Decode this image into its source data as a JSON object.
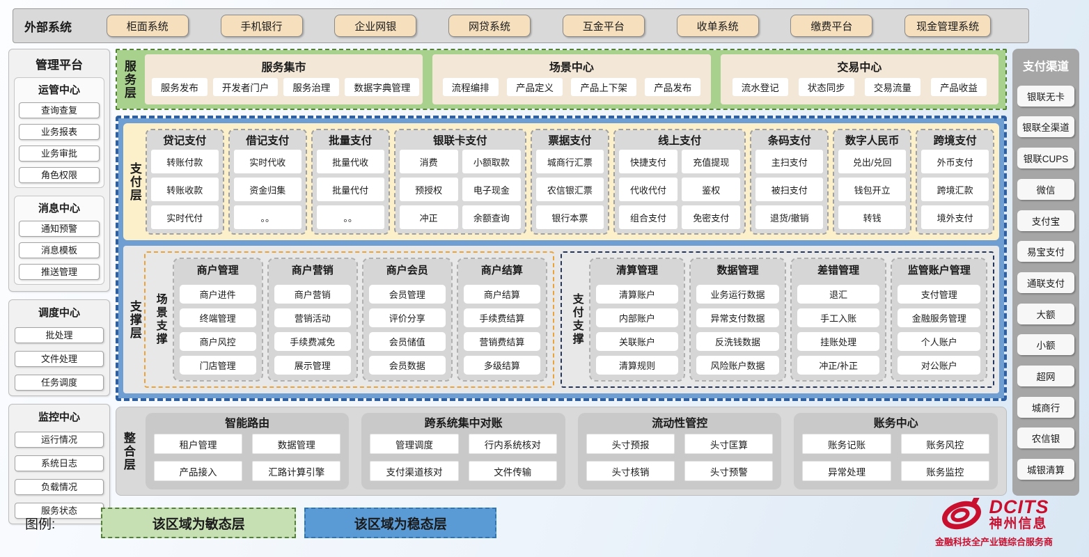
{
  "external_systems": {
    "label": "外部系统",
    "items": [
      "柜面系统",
      "手机银行",
      "企业网银",
      "网贷系统",
      "互金平台",
      "收单系统",
      "缴费平台",
      "现金管理系统"
    ]
  },
  "management_platform": {
    "title": "管理平台",
    "groups": [
      {
        "title": "运管中心",
        "items": [
          "查询查复",
          "业务报表",
          "业务审批",
          "角色权限"
        ]
      },
      {
        "title": "消息中心",
        "items": [
          "通知预警",
          "消息模板",
          "推送管理"
        ]
      },
      {
        "title": "调度中心",
        "items": [
          "批处理",
          "文件处理",
          "任务调度"
        ]
      },
      {
        "title": "监控中心",
        "items": [
          "运行情况",
          "系统日志",
          "负载情况",
          "服务状态"
        ]
      }
    ]
  },
  "service_layer": {
    "label": "服务层",
    "panels": [
      {
        "title": "服务集市",
        "items": [
          "服务发布",
          "开发者门户",
          "服务治理",
          "数据字典管理"
        ]
      },
      {
        "title": "场景中心",
        "items": [
          "流程编排",
          "产品定义",
          "产品上下架",
          "产品发布"
        ]
      },
      {
        "title": "交易中心",
        "items": [
          "流水登记",
          "状态同步",
          "交易流量",
          "产品收益"
        ]
      }
    ]
  },
  "payment_layer": {
    "label": "支付层",
    "columns": [
      {
        "title": "贷记支付",
        "cols": 1,
        "items": [
          "转账付款",
          "转账收款",
          "实时代付"
        ]
      },
      {
        "title": "借记支付",
        "cols": 1,
        "items": [
          "实时代收",
          "资金归集",
          "。。"
        ]
      },
      {
        "title": "批量支付",
        "cols": 1,
        "items": [
          "批量代收",
          "批量代付",
          "。。"
        ]
      },
      {
        "title": "银联卡支付",
        "cols": 2,
        "items": [
          "消费",
          "小额取款",
          "预授权",
          "电子现金",
          "冲正",
          "余额查询"
        ]
      },
      {
        "title": "票据支付",
        "cols": 1,
        "items": [
          "城商行汇票",
          "农信银汇票",
          "银行本票"
        ]
      },
      {
        "title": "线上支付",
        "cols": 2,
        "items": [
          "快捷支付",
          "充值提现",
          "代收代付",
          "鉴权",
          "组合支付",
          "免密支付"
        ]
      },
      {
        "title": "条码支付",
        "cols": 1,
        "items": [
          "主扫支付",
          "被扫支付",
          "退货/撤销"
        ]
      },
      {
        "title": "数字人民币",
        "cols": 1,
        "items": [
          "兑出/兑回",
          "钱包开立",
          "转钱"
        ]
      },
      {
        "title": "跨境支付",
        "cols": 1,
        "items": [
          "外币支付",
          "跨境汇款",
          "境外支付"
        ]
      }
    ]
  },
  "support_layer": {
    "label": "支撑层",
    "sections": [
      {
        "label": "场景支撑",
        "groups": [
          {
            "title": "商户管理",
            "items": [
              "商户进件",
              "终端管理",
              "商户风控",
              "门店管理"
            ]
          },
          {
            "title": "商户营销",
            "items": [
              "商户营销",
              "营销活动",
              "手续费减免",
              "展示管理"
            ]
          },
          {
            "title": "商户会员",
            "items": [
              "会员管理",
              "评价分享",
              "会员储值",
              "会员数据"
            ]
          },
          {
            "title": "商户结算",
            "items": [
              "商户结算",
              "手续费结算",
              "营销费结算",
              "多级结算"
            ]
          }
        ]
      },
      {
        "label": "支付支撑",
        "groups": [
          {
            "title": "清算管理",
            "items": [
              "清算账户",
              "内部账户",
              "关联账户",
              "清算规则"
            ]
          },
          {
            "title": "数据管理",
            "items": [
              "业务运行数据",
              "异常支付数据",
              "反洗钱数据",
              "风险账户数据"
            ]
          },
          {
            "title": "差错管理",
            "items": [
              "退汇",
              "手工入账",
              "挂账处理",
              "冲正/补正"
            ]
          },
          {
            "title": "监管账户管理",
            "items": [
              "支付管理",
              "金融服务管理",
              "个人账户",
              "对公账户"
            ]
          }
        ]
      }
    ]
  },
  "integration_layer": {
    "label": "整合层",
    "panels": [
      {
        "title": "智能路由",
        "items": [
          "租户管理",
          "数据管理",
          "产品接入",
          "汇路计算引擎"
        ]
      },
      {
        "title": "跨系统集中对账",
        "items": [
          "管理调度",
          "行内系统核对",
          "支付渠道核对",
          "文件传输"
        ]
      },
      {
        "title": "流动性管控",
        "items": [
          "头寸预报",
          "头寸匡算",
          "头寸核销",
          "头寸预警"
        ]
      },
      {
        "title": "账务中心",
        "items": [
          "账务记账",
          "账务风控",
          "异常处理",
          "账务监控"
        ]
      }
    ]
  },
  "payment_channels": {
    "title": "支付渠道",
    "items": [
      "银联无卡",
      "银联全渠道",
      "银联CUPS",
      "微信",
      "支付宝",
      "易宝支付",
      "通联支付",
      "大额",
      "小额",
      "超网",
      "城商行",
      "农信银",
      "城银清算"
    ]
  },
  "legend": {
    "label": "图例:",
    "items": [
      {
        "text": "该区域为敏态层",
        "type": "agile"
      },
      {
        "text": "该区域为稳态层",
        "type": "stable"
      }
    ]
  },
  "logo": {
    "name": "DCITS",
    "cn": "神州信息",
    "tagline": "金融科技全产业链综合服务商"
  },
  "colors": {
    "agile_green_fill": "#c6e0b4",
    "agile_green_border": "#538135",
    "service_green": "#a9d18e",
    "service_panel_tan": "#f3e7d7",
    "stable_blue_fill": "#5b9bd5",
    "stable_blue_border": "#2e75b6",
    "payment_yellow": "#fcf0cb",
    "module_gray": "#d9d9d9",
    "channel_gray": "#a6a6a6",
    "accent_orange": "#e8a33d",
    "accent_navy": "#25365c",
    "logo_red": "#c8102e",
    "external_chip_tan": "#f6dfbd"
  }
}
